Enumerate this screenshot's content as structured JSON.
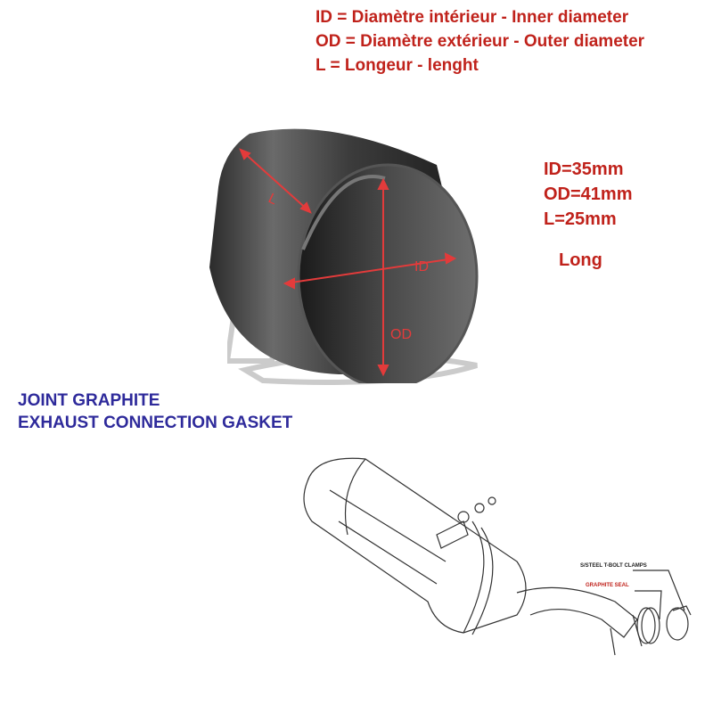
{
  "legend": {
    "id_line": "ID = Diamètre intérieur - Inner diameter",
    "od_line": "OD = Diamètre extérieur - Outer diameter",
    "l_line": "L = Longeur - lenght"
  },
  "specs": {
    "id": "ID=35mm",
    "od": "OD=41mm",
    "l": "L=25mm",
    "long": "Long"
  },
  "photo_labels": {
    "l": "L",
    "id": "ID",
    "od": "OD"
  },
  "product_title": {
    "line1": "JOINT GRAPHITE",
    "line2": "EXHAUST CONNECTION GASKET"
  },
  "diagram_labels": {
    "clamps": "S/STEEL T-BOLT CLAMPS",
    "seal": "GRAPHITE SEAL"
  },
  "colors": {
    "label_red": "#c0221b",
    "title_blue": "#2e2a9b"
  }
}
